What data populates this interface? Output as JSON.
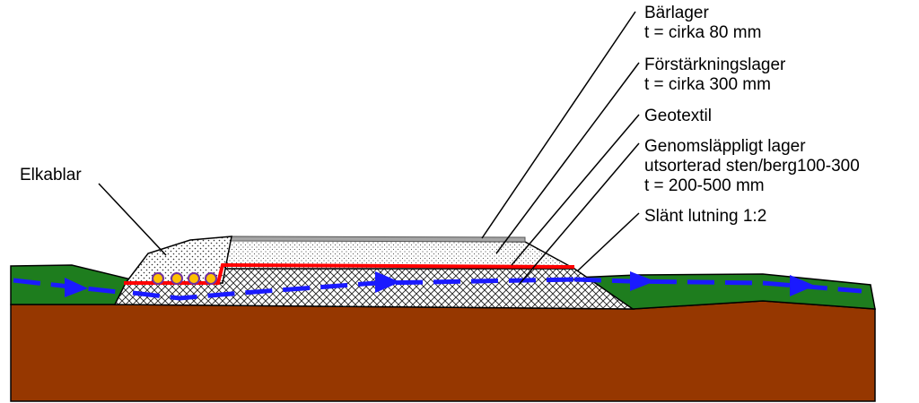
{
  "labels": {
    "barlager": {
      "name": "Bärlager",
      "thickness": "t = cirka 80 mm"
    },
    "forstarkningslager": {
      "name": "Förstärkningslager",
      "thickness": "t = cirka 300 mm"
    },
    "geotextil": {
      "name": "Geotextil"
    },
    "genomslappligt": {
      "name": "Genomsläppligt lager",
      "material": "utsorterad sten/berg100-300",
      "thickness": "t = 200-500 mm"
    },
    "slant": {
      "name": "Slänt lutning 1:2"
    },
    "elkablar": {
      "name": "Elkablar"
    }
  },
  "colors": {
    "grass": "#1e7d1e",
    "soil": "#963700",
    "geotextile": "#ff0000",
    "water_flow": "#1a1aff",
    "bearing_layer": "#a6a6a6",
    "cable": "#7030a0",
    "cable_core": "#ffc000"
  }
}
